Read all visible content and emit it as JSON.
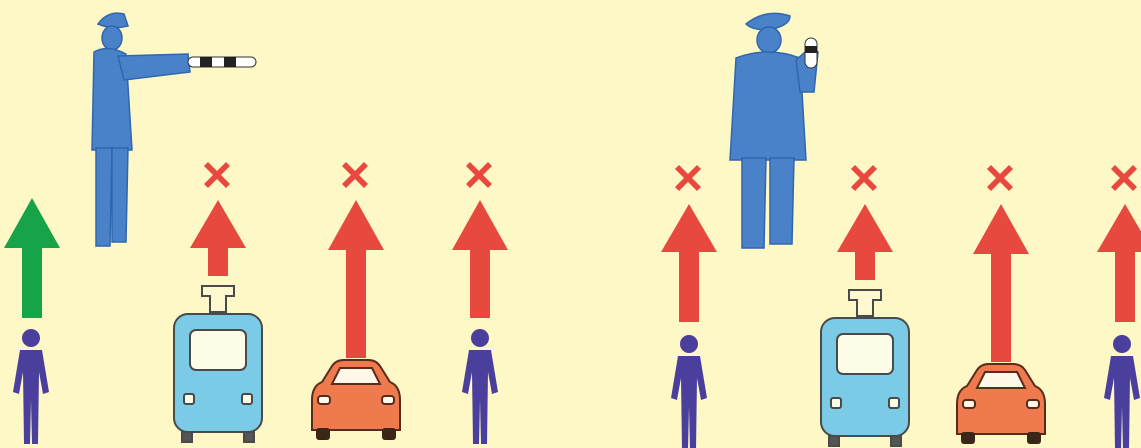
{
  "colors": {
    "background": "#fdf8c6",
    "officer": "#4a82c9",
    "officer_dark": "#2f66ad",
    "pedestrian": "#4b3f9e",
    "tram": "#7ccbe6",
    "tram_outline": "#4a4a4a",
    "car": "#ef7a4e",
    "car_outline": "#5a2a1a",
    "arrow_go": "#17a34a",
    "arrow_stop": "#e8493f",
    "cross": "#e8493f"
  },
  "scenes": [
    {
      "officer_pose": "arm-extended-with-baton",
      "subjects": [
        {
          "type": "pedestrian",
          "signal": "go"
        },
        {
          "type": "tram",
          "signal": "stop"
        },
        {
          "type": "car",
          "signal": "stop"
        },
        {
          "type": "pedestrian",
          "signal": "stop"
        }
      ]
    },
    {
      "officer_pose": "baton-raised",
      "subjects": [
        {
          "type": "pedestrian",
          "signal": "stop"
        },
        {
          "type": "tram",
          "signal": "stop"
        },
        {
          "type": "car",
          "signal": "stop"
        },
        {
          "type": "pedestrian",
          "signal": "stop"
        }
      ]
    }
  ]
}
